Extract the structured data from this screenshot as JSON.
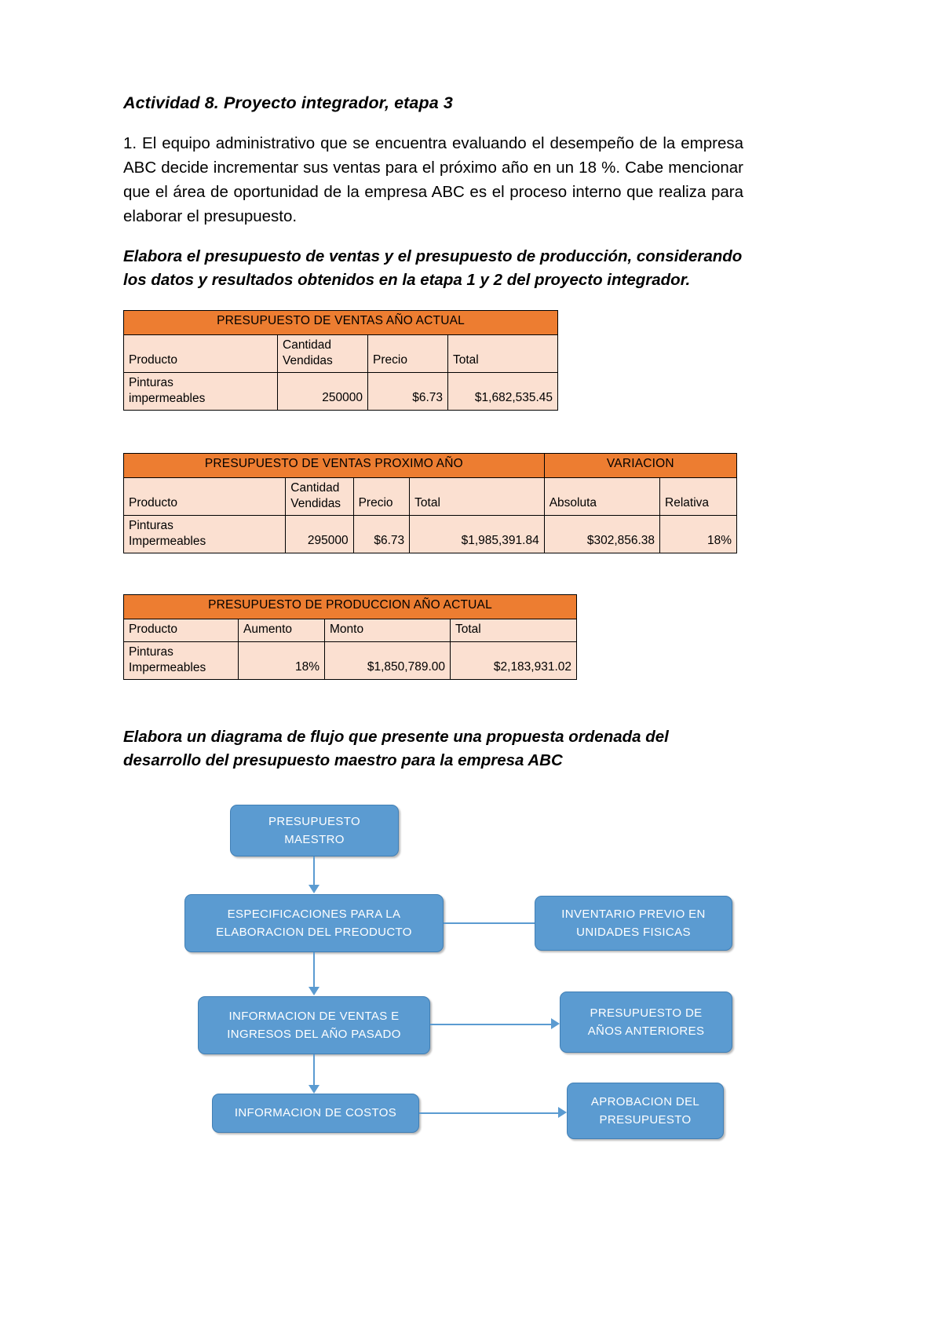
{
  "document": {
    "title": "Actividad 8. Proyecto integrador, etapa 3",
    "paragraph_1": "1. El equipo administrativo que se encuentra evaluando el desempeño de la empresa ABC decide incrementar sus ventas para el próximo año en un 18 %. Cabe mencionar que el área de oportunidad de la empresa ABC es el proceso interno que realiza para elaborar el presupuesto.",
    "instruction_1": "Elabora el presupuesto de ventas y el presupuesto de producción, considerando los datos y resultados obtenidos en la etapa 1 y 2 del proyecto integrador.",
    "instruction_2": "Elabora un diagrama de flujo que presente una propuesta ordenada del desarrollo del presupuesto maestro para la empresa ABC"
  },
  "tables": {
    "ventas_actual": {
      "title": "PRESUPUESTO DE VENTAS AÑO ACTUAL",
      "headers": [
        "Producto",
        "Cantidad Vendidas",
        "Precio",
        "Total"
      ],
      "header_lines": [
        [
          "Producto"
        ],
        [
          "Cantidad",
          "Vendidas"
        ],
        [
          "Precio"
        ],
        [
          "Total"
        ]
      ],
      "rows": [
        {
          "producto_lines": [
            "Pinturas",
            "impermeables"
          ],
          "cantidad": "250000",
          "precio": "$6.73",
          "total": "$1,682,535.45"
        }
      ]
    },
    "ventas_proximo": {
      "title": "PRESUPUESTO DE VENTAS PROXIMO AÑO",
      "title_variacion": "VARIACION",
      "headers": [
        "Producto",
        "Cantidad Vendidas",
        "Precio",
        "Total",
        "Absoluta",
        "Relativa"
      ],
      "header_lines": [
        [
          "Producto"
        ],
        [
          "Cantidad",
          "Vendidas"
        ],
        [
          "Precio"
        ],
        [
          "Total"
        ],
        [
          "Absoluta"
        ],
        [
          "Relativa"
        ]
      ],
      "rows": [
        {
          "producto_lines": [
            "Pinturas",
            "Impermeables"
          ],
          "cantidad": "295000",
          "precio": "$6.73",
          "total": "$1,985,391.84",
          "absoluta": "$302,856.38",
          "relativa": "18%"
        }
      ]
    },
    "produccion_actual": {
      "title": "PRESUPUESTO DE PRODUCCION AÑO ACTUAL",
      "headers": [
        "Producto",
        "Aumento",
        "Monto",
        "Total"
      ],
      "rows": [
        {
          "producto_lines": [
            "Pinturas",
            "Impermeables"
          ],
          "aumento": "18%",
          "monto": "$1,850,789.00",
          "total": "$2,183,931.02"
        }
      ]
    }
  },
  "flowchart": {
    "nodes": [
      {
        "id": "presupuesto-maestro",
        "lines": [
          "PRESUPUESTO",
          "MAESTRO"
        ]
      },
      {
        "id": "especificaciones",
        "lines": [
          "ESPECIFICACIONES PARA LA",
          "ELABORACION DEL PREODUCTO"
        ]
      },
      {
        "id": "inventario-previo",
        "lines": [
          "INVENTARIO PREVIO EN",
          "UNIDADES FISICAS"
        ]
      },
      {
        "id": "informacion-ventas",
        "lines": [
          "INFORMACION DE VENTAS E",
          "INGRESOS DEL AÑO PASADO"
        ]
      },
      {
        "id": "presupuesto-anteriores",
        "lines": [
          "PRESUPUESTO DE",
          "AÑOS ANTERIORES"
        ]
      },
      {
        "id": "informacion-costos",
        "lines": [
          "INFORMACION DE COSTOS"
        ]
      },
      {
        "id": "aprobacion",
        "lines": [
          "APROBACION DEL",
          "PRESUPUESTO"
        ]
      }
    ]
  },
  "colors": {
    "table_header_orange": "#ed7d31",
    "table_body_peach": "#fbe0d1",
    "flow_node_blue": "#5b9bd1",
    "flow_node_border": "#417fb5"
  }
}
